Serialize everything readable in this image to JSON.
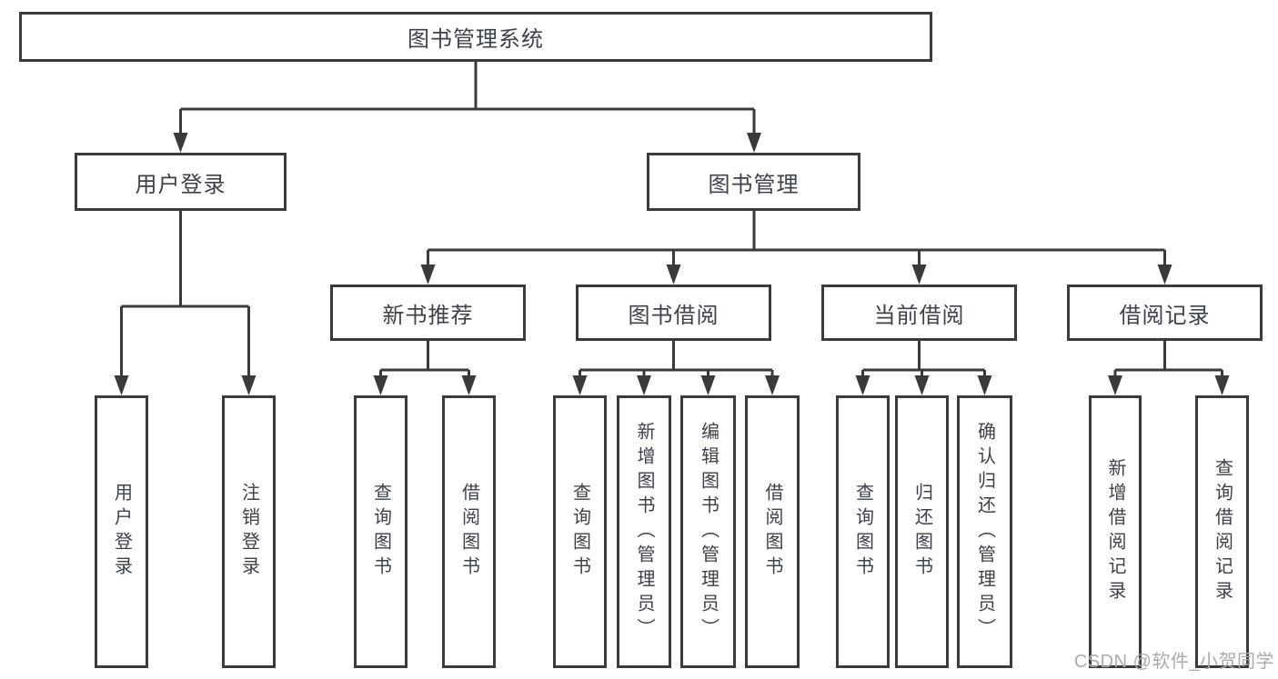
{
  "diagram": {
    "type": "hierarchy-tree",
    "root": {
      "label": "图书管理系统",
      "children": [
        {
          "label": "用户登录",
          "children": [
            {
              "label": "用户登录"
            },
            {
              "label": "注销登录"
            }
          ]
        },
        {
          "label": "图书管理",
          "children": [
            {
              "label": "新书推荐",
              "children": [
                {
                  "label": "查询图书"
                },
                {
                  "label": "借阅图书"
                }
              ]
            },
            {
              "label": "图书借阅",
              "children": [
                {
                  "label": "查询图书"
                },
                {
                  "label": "新增图书（管理员）"
                },
                {
                  "label": "编辑图书（管理员）"
                },
                {
                  "label": "借阅图书"
                }
              ]
            },
            {
              "label": "当前借阅",
              "children": [
                {
                  "label": "查询图书"
                },
                {
                  "label": "归还图书"
                },
                {
                  "label": "确认归还（管理员）"
                }
              ]
            },
            {
              "label": "借阅记录",
              "children": [
                {
                  "label": "新增借阅记录"
                },
                {
                  "label": "查询借阅记录"
                }
              ]
            }
          ]
        }
      ]
    }
  },
  "watermark": {
    "text": "CSDN @软件_小贺同学"
  },
  "colors": {
    "box_border": "#3b3b3b",
    "connector_line": "#3a3a3a",
    "text": "#3d4148",
    "watermark": "#ababab",
    "background": "#ffffff"
  }
}
